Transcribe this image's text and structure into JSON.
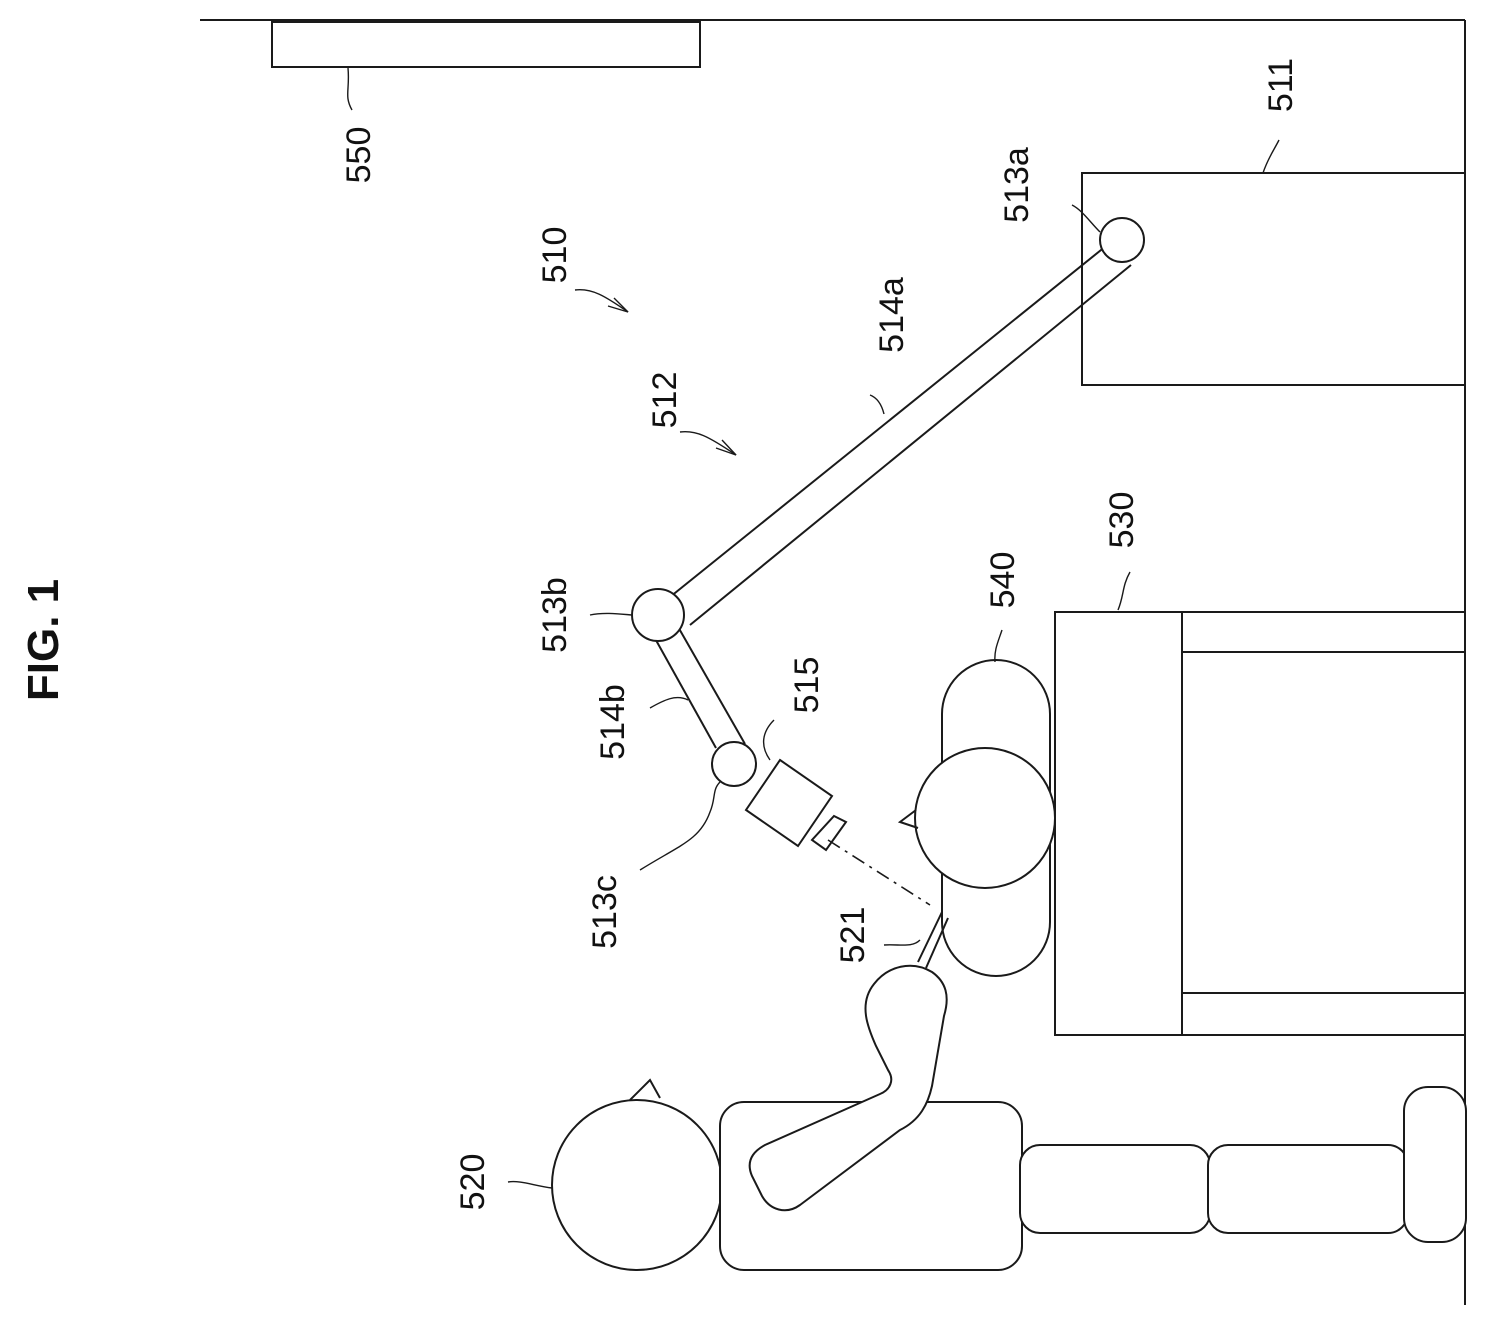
{
  "figure_title": "FIG. 1",
  "labels": {
    "l510": "510",
    "l511": "511",
    "l512": "512",
    "l513a": "513a",
    "l513b": "513b",
    "l513c": "513c",
    "l514a": "514a",
    "l514b": "514b",
    "l515": "515",
    "l520": "520",
    "l521": "521",
    "l530": "530",
    "l540": "540",
    "l550": "550"
  }
}
